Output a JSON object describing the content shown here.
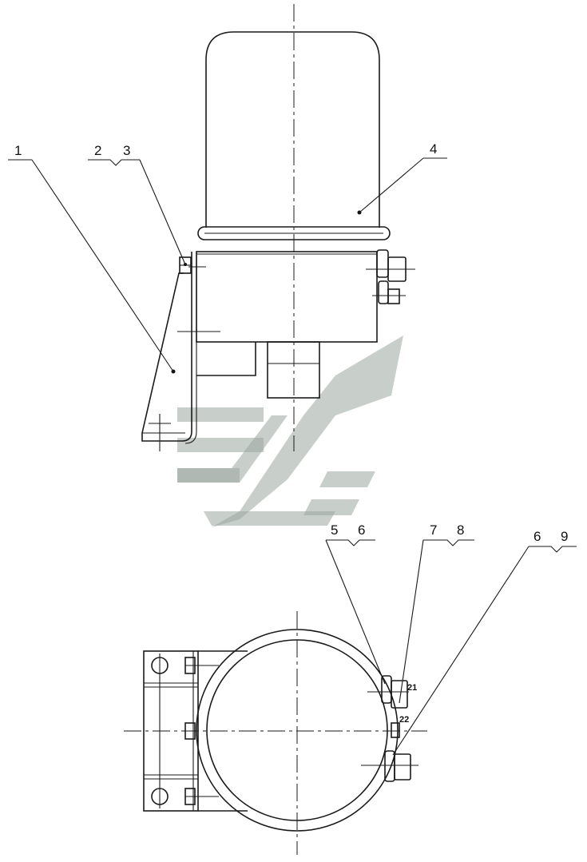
{
  "labels": {
    "l1": "1",
    "l2": "2",
    "l3": "3",
    "l4": "4",
    "l5": "5",
    "l6a": "6",
    "l7": "7",
    "l8": "8",
    "l6b": "6",
    "l9": "9",
    "l21": "21",
    "l22": "22"
  },
  "colors": {
    "line": "#1a1a1a",
    "watermark": "#9aa59f"
  }
}
